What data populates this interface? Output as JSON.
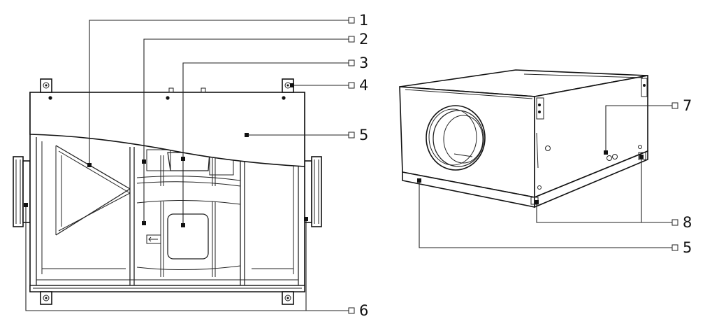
{
  "callouts": {
    "c1": "1",
    "c2": "2",
    "c3": "3",
    "c4": "4",
    "c5_front": "5",
    "c6": "6",
    "c7": "7",
    "c8": "8",
    "c5_iso": "5"
  }
}
